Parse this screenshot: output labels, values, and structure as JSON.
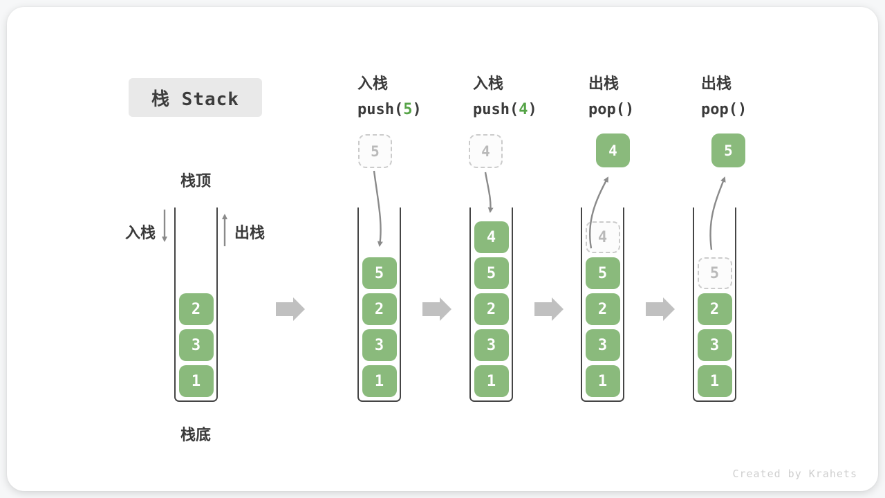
{
  "title": "栈 Stack",
  "legend": {
    "stack_top": "栈顶",
    "stack_bottom": "栈底",
    "push_label": "入栈",
    "pop_label": "出栈"
  },
  "operations": [
    {
      "name_cn": "入栈",
      "code_pre": "push(",
      "code_arg": "5",
      "code_post": ")"
    },
    {
      "name_cn": "入栈",
      "code_pre": "push(",
      "code_arg": "4",
      "code_post": ")"
    },
    {
      "name_cn": "出栈",
      "code_pre": "pop(",
      "code_arg": "",
      "code_post": ")"
    },
    {
      "name_cn": "出栈",
      "code_pre": "pop(",
      "code_arg": "",
      "code_post": ")"
    }
  ],
  "floating_values": [
    {
      "value": "5",
      "variant": "dashed"
    },
    {
      "value": "4",
      "variant": "dashed"
    },
    {
      "value": "4",
      "variant": "solid"
    },
    {
      "value": "5",
      "variant": "solid"
    }
  ],
  "stacks": [
    {
      "cells": [
        {
          "value": "2",
          "variant": "solid"
        },
        {
          "value": "3",
          "variant": "solid"
        },
        {
          "value": "1",
          "variant": "solid"
        }
      ]
    },
    {
      "cells": [
        {
          "value": "5",
          "variant": "solid"
        },
        {
          "value": "2",
          "variant": "solid"
        },
        {
          "value": "3",
          "variant": "solid"
        },
        {
          "value": "1",
          "variant": "solid"
        }
      ]
    },
    {
      "cells": [
        {
          "value": "4",
          "variant": "solid"
        },
        {
          "value": "5",
          "variant": "solid"
        },
        {
          "value": "2",
          "variant": "solid"
        },
        {
          "value": "3",
          "variant": "solid"
        },
        {
          "value": "1",
          "variant": "solid"
        }
      ]
    },
    {
      "cells": [
        {
          "value": "4",
          "variant": "dashed"
        },
        {
          "value": "5",
          "variant": "solid"
        },
        {
          "value": "2",
          "variant": "solid"
        },
        {
          "value": "3",
          "variant": "solid"
        },
        {
          "value": "1",
          "variant": "solid"
        }
      ]
    },
    {
      "cells": [
        {
          "value": "5",
          "variant": "dashed"
        },
        {
          "value": "2",
          "variant": "solid"
        },
        {
          "value": "3",
          "variant": "solid"
        },
        {
          "value": "1",
          "variant": "solid"
        }
      ]
    }
  ],
  "watermark": "Created by Krahets",
  "colors": {
    "cell_green": "#8aba7c",
    "code_arg_green": "#55a346",
    "arrow_gray": "#8a8a8a",
    "block_arrow_gray": "#c0c0c0"
  }
}
